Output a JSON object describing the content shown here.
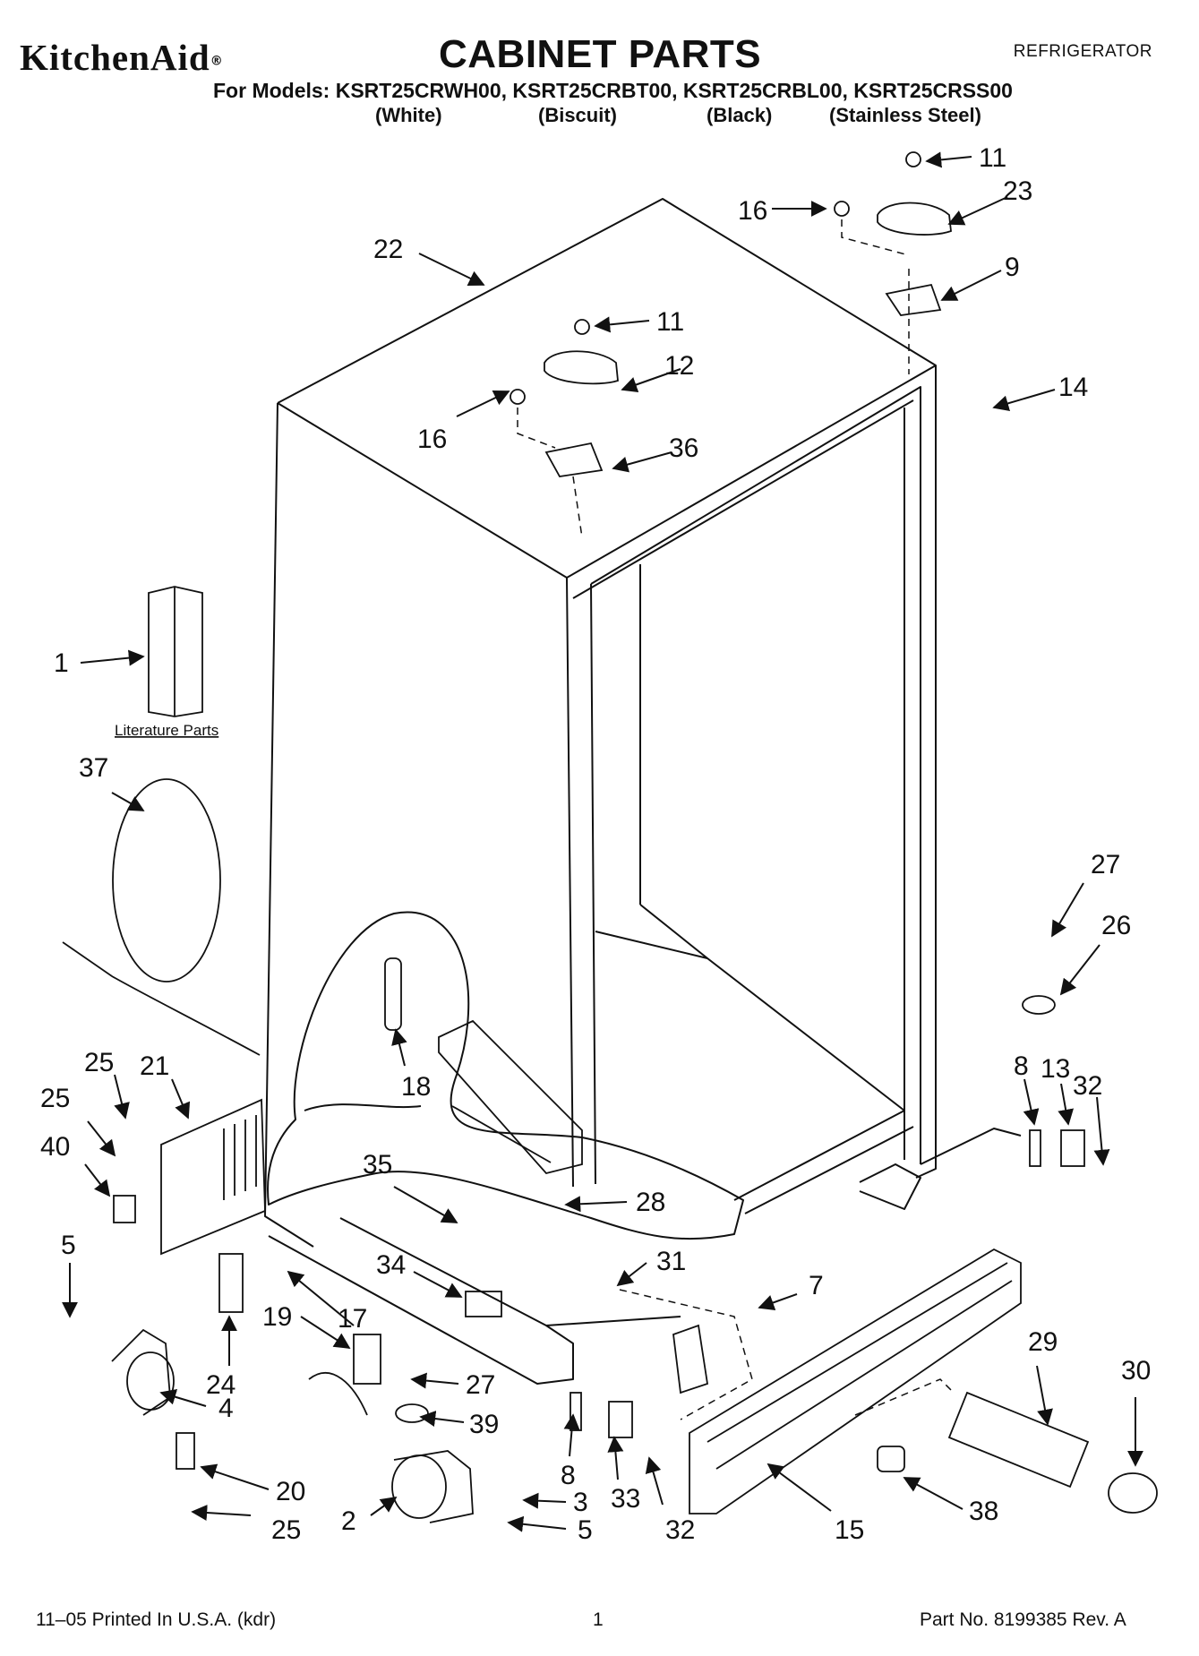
{
  "header": {
    "brand": "KitchenAid",
    "brand_mark": "®",
    "title": "CABINET PARTS",
    "category": "REFRIGERATOR",
    "models_prefix": "For Models:",
    "models": [
      "KSRT25CRWH00,",
      "KSRT25CRBT00,",
      "KSRT25CRBL00,",
      "KSRT25CRSS00"
    ],
    "variants": [
      "(White)",
      "(Biscuit)",
      "(Black)",
      "(Stainless Steel)"
    ]
  },
  "diagram": {
    "literature_label": "Literature Parts",
    "callouts": [
      "11",
      "23",
      "16",
      "9",
      "22",
      "11",
      "12",
      "14",
      "16",
      "36",
      "1",
      "37",
      "27",
      "26",
      "18",
      "25",
      "21",
      "8",
      "13",
      "32",
      "25",
      "40",
      "35",
      "28",
      "5",
      "31",
      "7",
      "34",
      "19",
      "17",
      "24",
      "27",
      "29",
      "30",
      "4",
      "39",
      "20",
      "8",
      "3",
      "33",
      "2",
      "25",
      "5",
      "32",
      "15",
      "38"
    ]
  },
  "footer": {
    "print_info": "11–05 Printed In U.S.A. (kdr)",
    "page_number": "1",
    "part_number": "Part No. 8199385 Rev. A"
  }
}
